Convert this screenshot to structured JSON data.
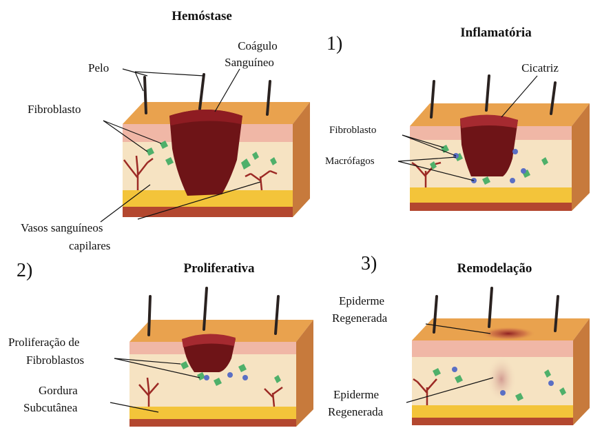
{
  "panels": {
    "hemostase": {
      "title": "Hemóstase",
      "labels": {
        "pelo": "Pelo",
        "coagulo_line1": "Coágulo",
        "coagulo_line2": "Sanguíneo",
        "fibroblasto": "Fibroblasto",
        "vasos_line1": "Vasos sanguíneos",
        "vasos_line2": "capilares"
      }
    },
    "inflamatoria": {
      "number": "1)",
      "title": "Inflamatória",
      "labels": {
        "cicatriz": "Cicatriz",
        "fibroblasto": "Fibroblasto",
        "macrofagos": "Macrófagos"
      }
    },
    "proliferativa": {
      "number": "2)",
      "title": "Proliferativa",
      "labels": {
        "prolif_line1": "Proliferação de",
        "prolif_line2": "Fibroblastos",
        "gordura_line1": "Gordura",
        "gordura_line2": "Subcutânea"
      }
    },
    "remodelacao": {
      "number": "3)",
      "title": "Remodelação",
      "labels": {
        "epi_top_line1": "Epiderme",
        "epi_top_line2": "Regenerada",
        "epi_bottom_line1": "Epiderme",
        "epi_bottom_line2": "Regenerada"
      }
    }
  },
  "colors": {
    "skin_top": "#e9a24e",
    "skin_front": "#f6e3c2",
    "dermis_pink": "#f0b7a6",
    "fat_yellow": "#f3c43a",
    "muscle": "#b3472f",
    "clot": "#6e1417",
    "scab": "#8e1c22",
    "vessels": "#9c2a25",
    "fibroblast": "#4fb06a",
    "macrophage": "#5a6fc4",
    "hair": "#2a2220"
  }
}
